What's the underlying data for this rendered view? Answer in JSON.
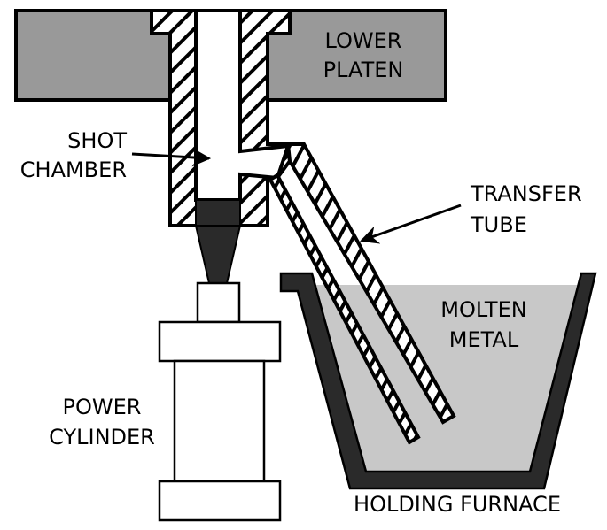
{
  "title": "Low-pressure die casting setup",
  "labels": {
    "lower_platen": [
      "LOWER",
      "PLATEN"
    ],
    "shot_chamber": [
      "SHOT",
      "CHAMBER"
    ],
    "transfer_tube": [
      "TRANSFER",
      "TUBE"
    ],
    "molten_metal": [
      "MOLTEN",
      "METAL"
    ],
    "power_cylinder": [
      "POWER",
      "CYLINDER"
    ],
    "holding_furnace": "HOLDING FURNACE"
  },
  "colors": {
    "platen": "#999999",
    "molten_metal": "#c8c8c8",
    "furnace_wall": "#2a2a2a",
    "plunger": "#2a2a2a",
    "outline": "#000000",
    "background": "#ffffff"
  },
  "arrows": [
    {
      "name": "shot-chamber-arrow",
      "points_to": "shot_chamber"
    },
    {
      "name": "transfer-tube-arrow",
      "points_to": "transfer_tube"
    }
  ]
}
